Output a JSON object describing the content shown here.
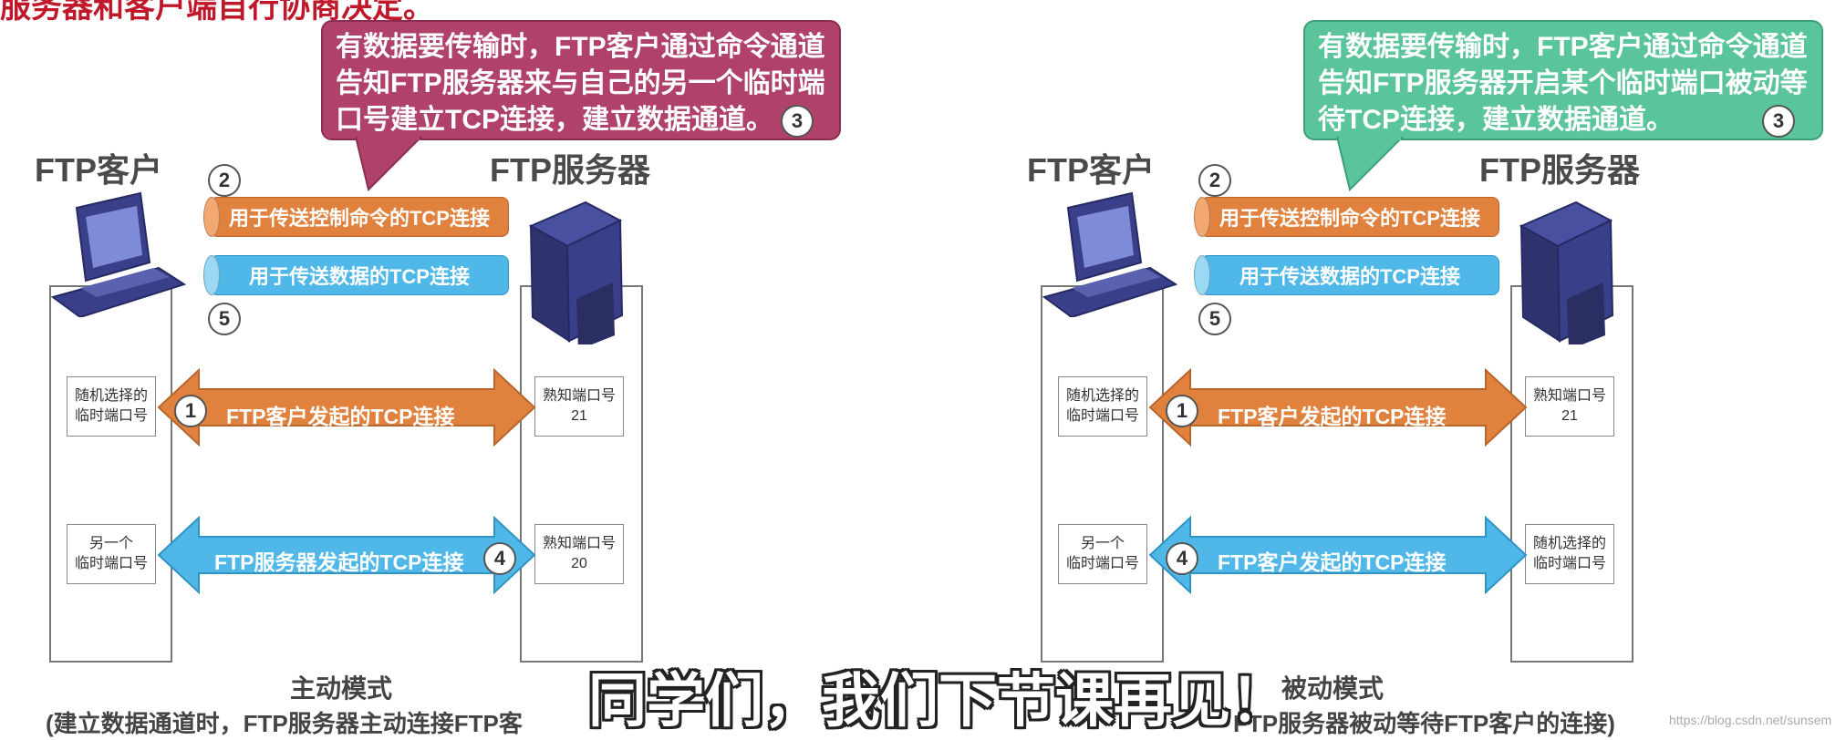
{
  "header": {
    "title": "服务器和客户端自行协商决定。"
  },
  "left": {
    "callout": "有数据要传输时，FTP客户通过命令通道\n告知FTP服务器来与自己的另一个临时端\n口号建立TCP连接，建立数据通道。",
    "callout_num": "3",
    "client_title": "FTP客户",
    "server_title": "FTP服务器",
    "num2": "2",
    "num5": "5",
    "control_conn": "用于传送控制命令的TCP连接",
    "data_conn": "用于传送数据的TCP连接",
    "client_port1": "随机选择的\n临时端口号",
    "server_port1": "熟知端口号\n21",
    "arrow1_num": "1",
    "arrow1_label": "FTP客户发起的TCP连接",
    "client_port2": "另一个\n临时端口号",
    "server_port2": "熟知端口号\n20",
    "arrow2_num": "4",
    "arrow2_label": "FTP服务器发起的TCP连接",
    "mode_title": "主动模式",
    "mode_desc": "(建立数据通道时，FTP服务器主动连接FTP客"
  },
  "right": {
    "callout": "有数据要传输时，FTP客户通过命令通道\n告知FTP服务器开启某个临时端口被动等\n待TCP连接，建立数据通道。",
    "callout_num": "3",
    "client_title": "FTP客户",
    "server_title": "FTP服务器",
    "num2": "2",
    "num5": "5",
    "control_conn": "用于传送控制命令的TCP连接",
    "data_conn": "用于传送数据的TCP连接",
    "client_port1": "随机选择的\n临时端口号",
    "server_port1": "熟知端口号\n21",
    "arrow1_num": "1",
    "arrow1_label": "FTP客户发起的TCP连接",
    "client_port2": "另一个\n临时端口号",
    "server_port2": "随机选择的\n临时端口号",
    "arrow2_num": "4",
    "arrow2_label": "FTP客户发起的TCP连接",
    "mode_title": "被动模式",
    "mode_desc": "FTP服务器被动等待FTP客户的连接)"
  },
  "subtitle": "同学们，我们下节课再见！",
  "watermark": "https://blog.csdn.net/sunsem",
  "colors": {
    "orange": "#e0813e",
    "blue": "#4fb8e8",
    "magenta": "#b0416a",
    "green": "#5ac49a",
    "title_red": "#c0182a"
  }
}
